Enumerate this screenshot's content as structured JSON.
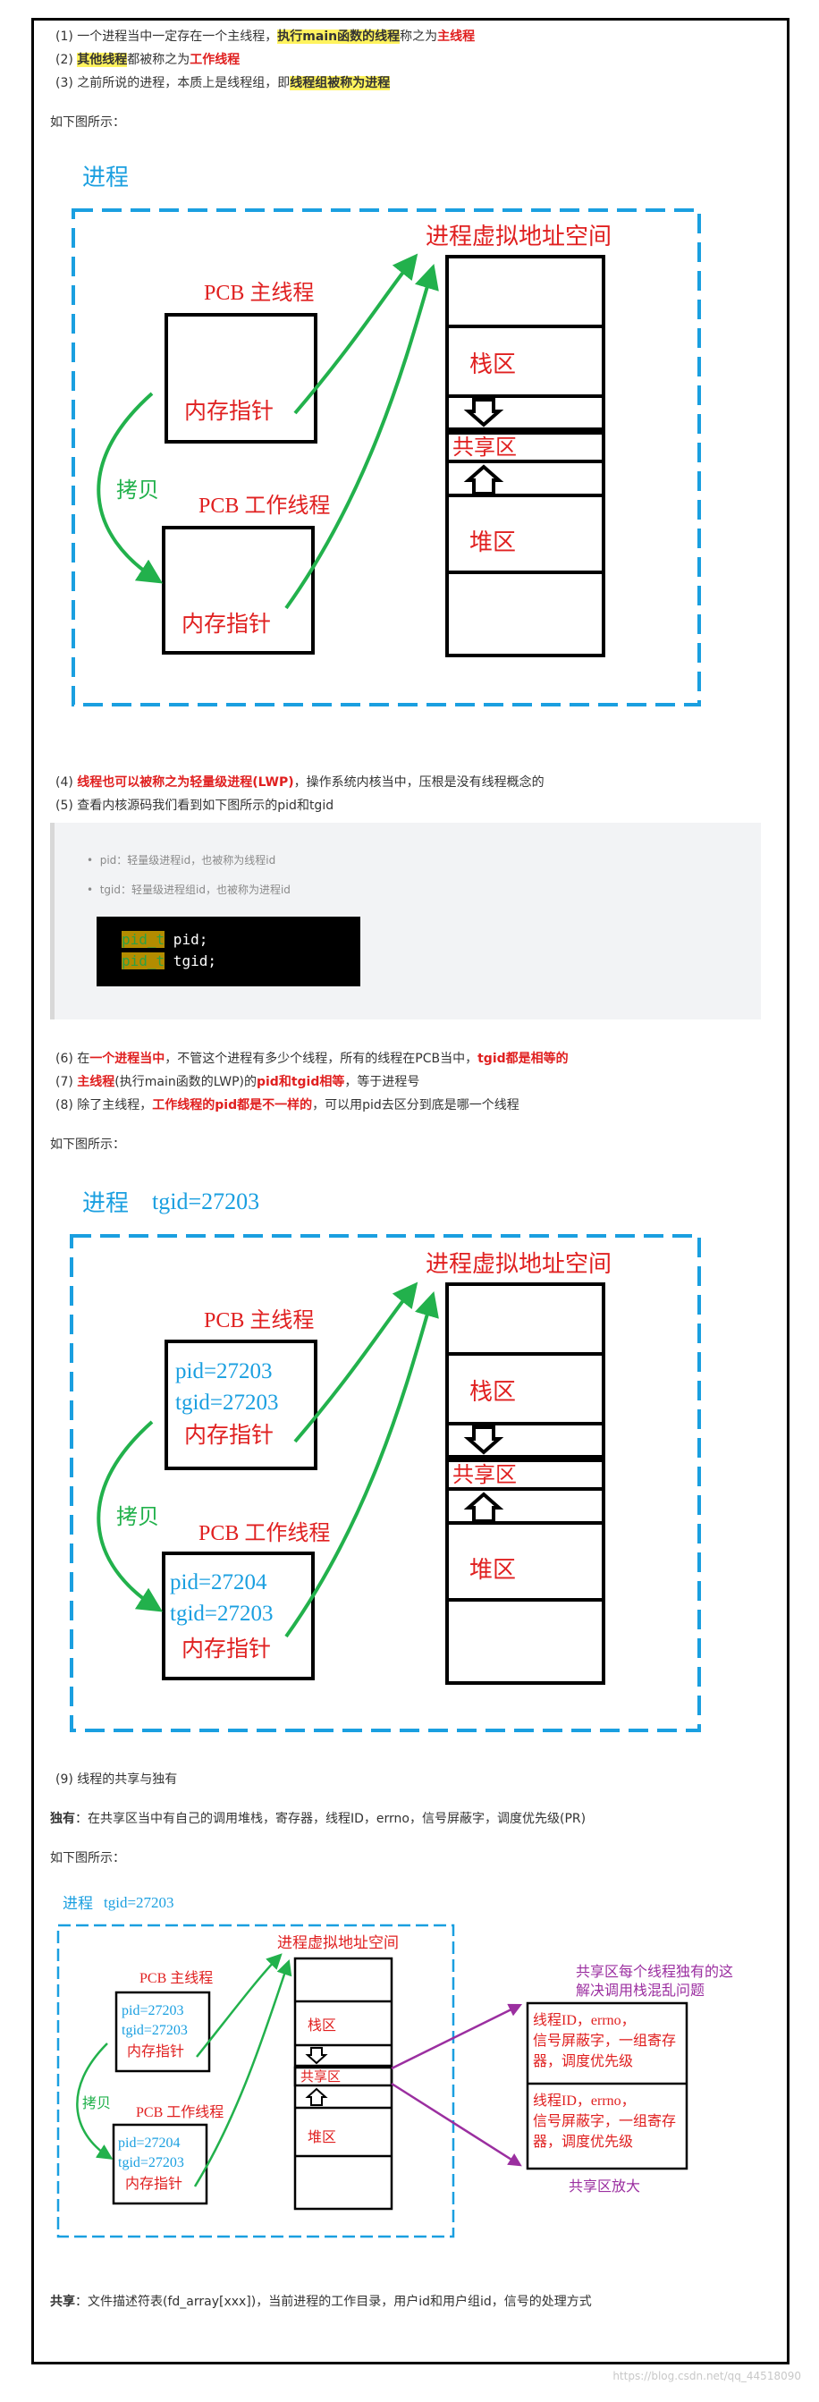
{
  "paragraphs": {
    "p1": {
      "prefix": "(1) 一个进程当中一定存在一个主线程，",
      "hl": "执行main函数的线程",
      "mid": "称之为",
      "red": "主线程"
    },
    "p2": {
      "hl": "其他线程",
      "mid": "都被称之为",
      "red": "工作线程"
    },
    "p3": {
      "prefix": "(3) 之前所说的进程，本质上是线程组，即",
      "hl": "线程组被称为进程"
    },
    "fig_intro_1": "如下图所示：",
    "p4": {
      "prefix": "(4) ",
      "red": "线程也可以被称之为轻量级进程(LWP)",
      "rest": "，操作系统内核当中，压根是没有线程概念的"
    },
    "p5": "(5) 查看内核源码我们看到如下图所示的pid和tgid",
    "bullet1": "pid：轻量级进程id，也被称为线程id",
    "bullet2": "tgid：轻量级进程组id，也被称为进程id",
    "code_line1_kw": "pid_t",
    "code_line1_rest": " pid;",
    "code_line2_kw": "pid_t",
    "code_line2_rest": " tgid;",
    "p6": {
      "prefix": "(6) 在",
      "red1": "一个进程当中",
      "mid": "，不管这个进程有多少个线程，所有的线程在PCB当中，",
      "red2": "tgid都是相等的"
    },
    "p7": {
      "prefix": "(7) ",
      "red1": "主线程",
      "mid": "(执行main函数的LWP)的",
      "red2": "pid和tgid相等",
      "rest": "，等于进程号"
    },
    "p8": {
      "prefix": "(8) 除了主线程，",
      "red": "工作线程的pid都是不一样的",
      "rest": "，可以用pid去区分到底是哪一个线程"
    },
    "fig_intro_2": "如下图所示：",
    "p9": "(9) 线程的共享与独有",
    "p10": {
      "bold": "独有",
      "rest": "：在共享区当中有自己的调用堆栈，寄存器，线程ID，errno，信号屏蔽字，调度优先级(PR)"
    },
    "fig_intro_3": "如下图所示：",
    "p11": {
      "bold": "共享",
      "rest": "：文件描述符表(fd_array[xxx])，当前进程的工作目录，用户id和用户组id，信号的处理方式"
    }
  },
  "diagram1": {
    "title": "进程",
    "vas": "进程虚拟地址空间",
    "main_pcb": "PCB 主线程",
    "work_pcb": "PCB 工作线程",
    "mem_ptr": "内存指针",
    "copy": "拷贝",
    "stack": "栈区",
    "shared": "共享区",
    "heap": "堆区"
  },
  "diagram2": {
    "title": "进程",
    "tgid": "tgid=27203",
    "main_pid": "pid=27203",
    "main_tgid": "tgid=27203",
    "work_pid": "pid=27204",
    "work_tgid": "tgid=27203"
  },
  "diagram3": {
    "note1_line1": "共享区每个线程独有的这",
    "note1_line2": "解决调用栈混乱问题",
    "thread_info_l1": "线程ID，errno，",
    "thread_info_l2": "信号屏蔽字，一组寄存",
    "thread_info_l3": "器，调度优先级",
    "note2": "共享区放大"
  },
  "watermark": "https://blog.csdn.net/qq_44518090",
  "colors": {
    "accent_red": "#e02020",
    "highlight": "#fff35e",
    "diagram_blue": "#1a9fe0",
    "arrow_green": "#22b14c",
    "purple": "#9b2fa0"
  }
}
